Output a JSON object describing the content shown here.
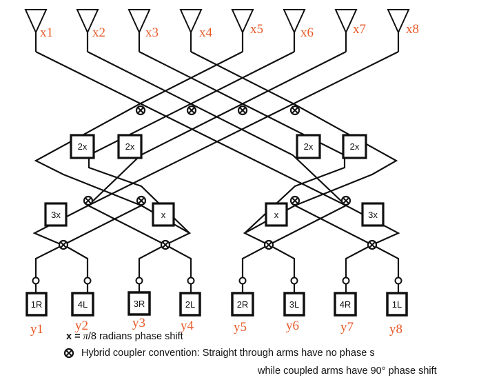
{
  "antenna_labels": [
    "x1",
    "x2",
    "x3",
    "x4",
    "x5",
    "x6",
    "x7",
    "x8"
  ],
  "output_labels": [
    "y1",
    "y2",
    "y3",
    "y4",
    "y5",
    "y6",
    "y7",
    "y8"
  ],
  "beam_ports": [
    "1R",
    "4L",
    "3R",
    "2L",
    "2R",
    "3L",
    "4R",
    "1L"
  ],
  "phase_shifters": [
    "2x",
    "2x",
    "2x",
    "2x",
    "3x",
    "x",
    "x",
    "3x"
  ],
  "legend": {
    "phase_prefix": "x = ",
    "phase_symbol": "π",
    "phase_suffix": "/8 radians phase shift",
    "coupler_line": "Hybrid coupler convention: Straight through arms have no phase s",
    "coupled_line": "while coupled arms have 90° phase shift"
  },
  "colors": {
    "labels": "#e85a28",
    "lines": "#111111"
  },
  "icons": {
    "antenna": "antenna-icon",
    "coupler": "hybrid-coupler-icon",
    "port": "port-terminal-icon"
  }
}
